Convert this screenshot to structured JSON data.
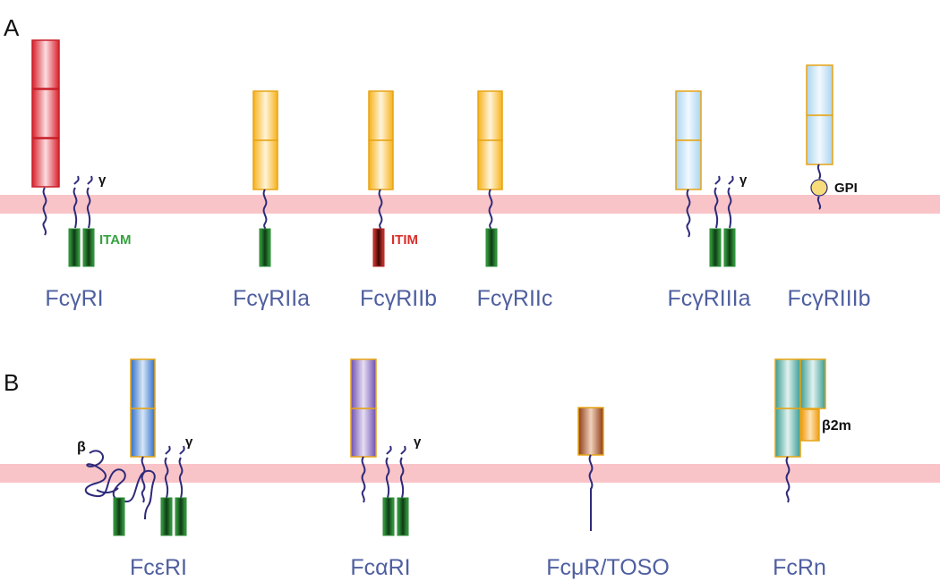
{
  "panels": {
    "a": {
      "label": "A",
      "receptors": [
        {
          "id": "fcgr1",
          "name": "FcγRI"
        },
        {
          "id": "fcgr2a",
          "name": "FcγRIIa"
        },
        {
          "id": "fcgr2b",
          "name": "FcγRIIb"
        },
        {
          "id": "fcgr2c",
          "name": "FcγRIIc"
        },
        {
          "id": "fcgr3a",
          "name": "FcγRIIIa"
        },
        {
          "id": "fcgr3b",
          "name": "FcγRIIIb"
        }
      ]
    },
    "b": {
      "label": "B",
      "receptors": [
        {
          "id": "fcer1",
          "name": "FcεRI"
        },
        {
          "id": "fcar1",
          "name": "FcαRI"
        },
        {
          "id": "fcmr",
          "name": "FcμR/TOSO"
        },
        {
          "id": "fcrn",
          "name": "FcRn"
        }
      ]
    }
  },
  "annotations": {
    "itam": "ITAM",
    "itim": "ITIM",
    "gpi": "GPI",
    "gamma": "γ",
    "beta": "β",
    "b2m": "β2m"
  },
  "colors": {
    "membrane": "#f9c4c8",
    "red_domain": "#e8323c",
    "orange_domain": "#f9b91f",
    "lightblue_domain": "#9fd0ee",
    "blue_domain": "#3b7cd4",
    "purple_domain": "#7a5cb5",
    "brown_domain": "#9a4418",
    "teal_domain": "#3fa39a",
    "b2m_domain": "#f5a623",
    "itam_green": "#35a23f",
    "itim_red": "#d9302b",
    "gpi_yellow": "#f6dc7a",
    "tail": "#2e2a7a",
    "label_text": "#4f5fa0"
  }
}
